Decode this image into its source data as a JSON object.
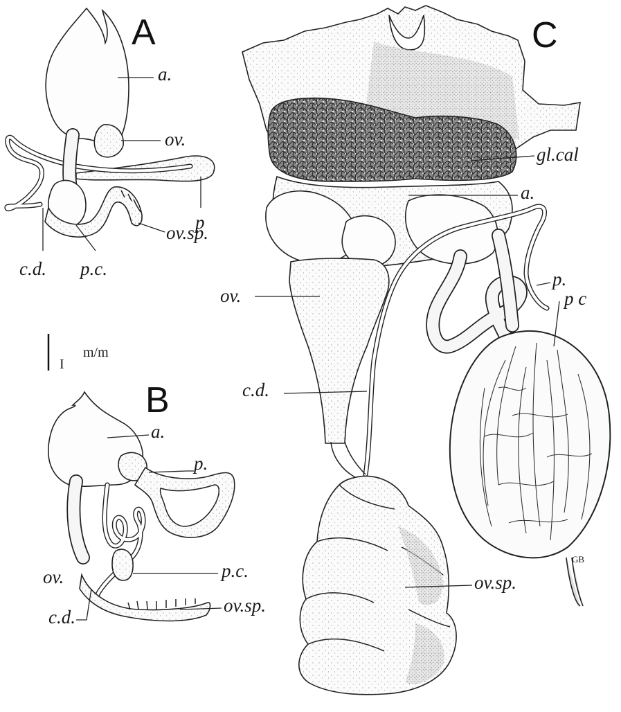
{
  "figures": {
    "A": {
      "letter": "A",
      "labels": {
        "a": "a.",
        "ov": "ov.",
        "p": "p",
        "ov_sp": "ov.sp.",
        "cd": "c.d.",
        "pc": "p.c."
      }
    },
    "B": {
      "letter": "B",
      "labels": {
        "a": "a.",
        "p": "p.",
        "pc": "p.c.",
        "ov": "ov.",
        "ov_sp": "ov.sp.",
        "cd": "c.d."
      }
    },
    "C": {
      "letter": "C",
      "labels": {
        "gl_cal": "gl.cal",
        "a": "a.",
        "p": "p.",
        "pc": "p c",
        "ov": "ov.",
        "cd": "c.d.",
        "ov_sp": "ov.sp."
      },
      "signature": "GB"
    }
  },
  "scale_bar": {
    "value": "I",
    "unit": "m/m"
  },
  "colors": {
    "ink": "#1a1a1a",
    "paper": "#ffffff"
  }
}
